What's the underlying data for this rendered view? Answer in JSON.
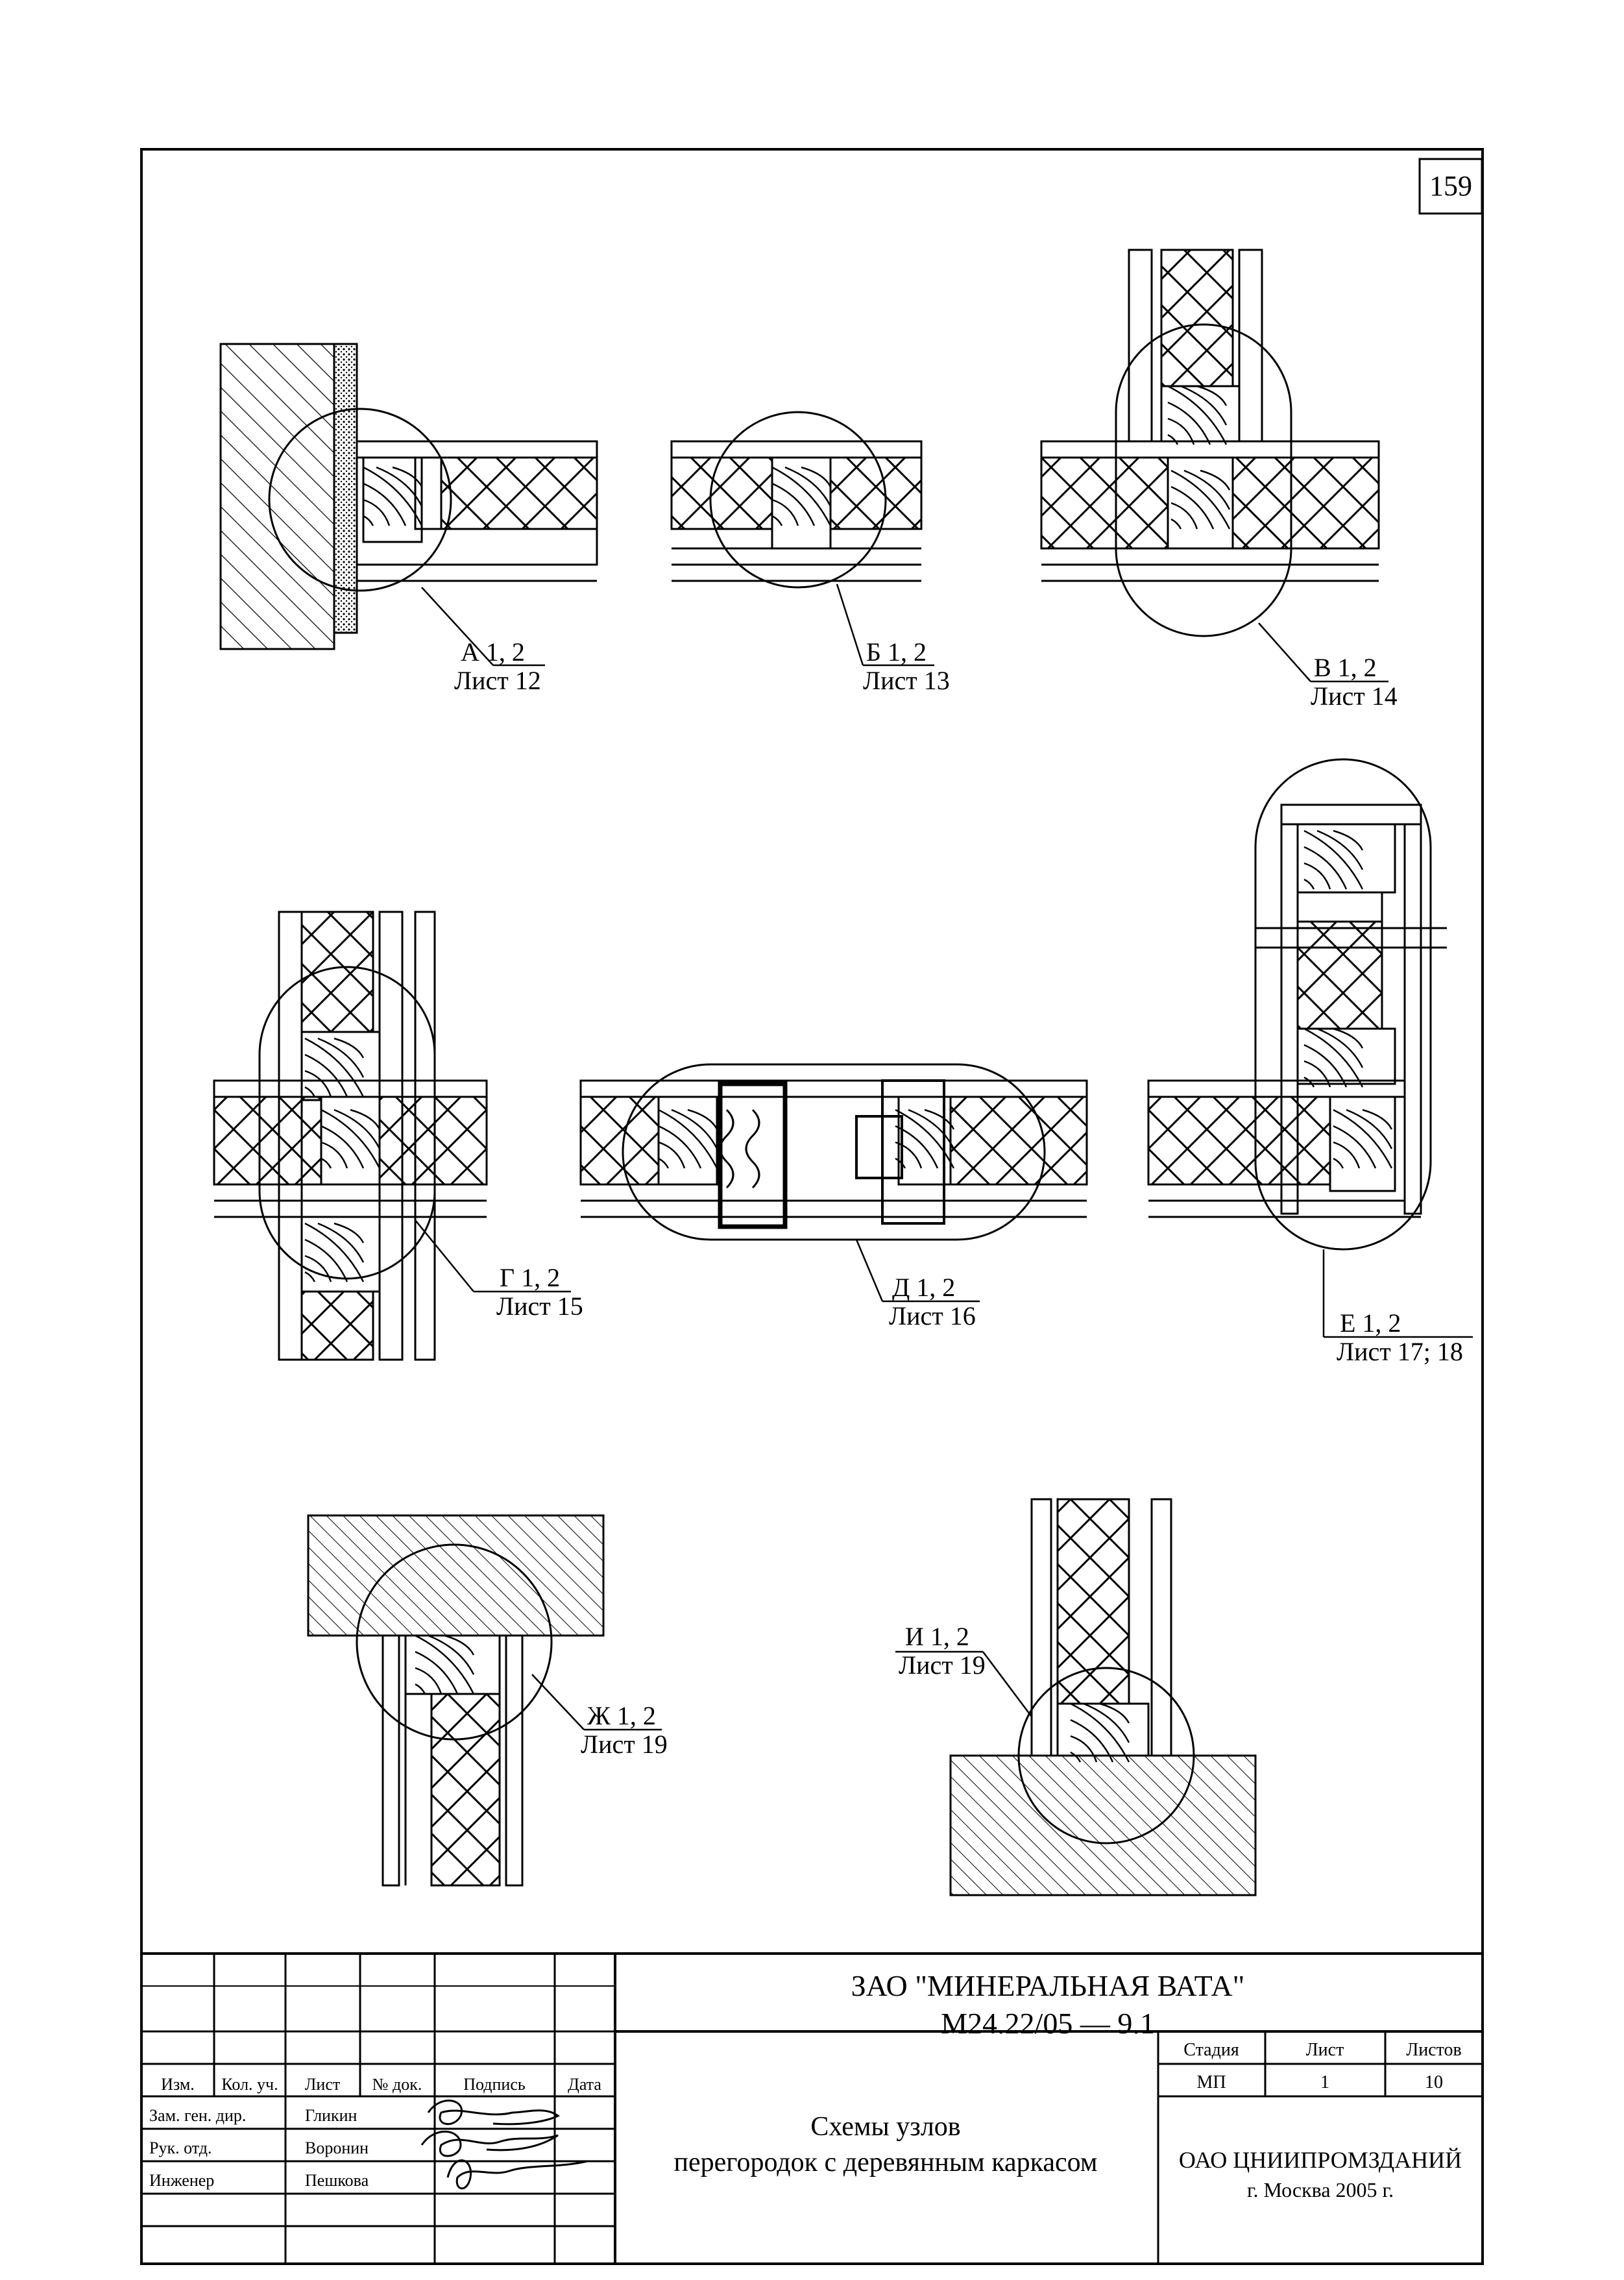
{
  "sheet_number": "159",
  "details": [
    {
      "code": "А 1, 2",
      "sheet": "Лист 12"
    },
    {
      "code": "Б 1, 2",
      "sheet": "Лист 13"
    },
    {
      "code": "В 1, 2",
      "sheet": "Лист 14"
    },
    {
      "code": "Г 1, 2",
      "sheet": "Лист 15"
    },
    {
      "code": "Д 1, 2",
      "sheet": "Лист 16"
    },
    {
      "code": "Е 1, 2",
      "sheet": "Лист 17; 18"
    },
    {
      "code": "Ж 1, 2",
      "sheet": "Лист 19"
    },
    {
      "code": "И 1, 2",
      "sheet": "Лист 19"
    }
  ],
  "title_block": {
    "company": "ЗАО \"МИНЕРАЛЬНАЯ ВАТА\"",
    "doc_code": "М24.22/05 — 9.1",
    "title_line1": "Схемы узлов",
    "title_line2": "перегородок с деревянным каркасом",
    "organization": "ОАО ЦНИИПРОМЗДАНИЙ",
    "city_year": "г. Москва 2005 г.",
    "columns": {
      "izm": "Изм.",
      "kol_uch": "Кол. уч.",
      "list": "Лист",
      "doc_no": "№ док.",
      "signature": "Подпись",
      "date": "Дата"
    },
    "roles": [
      {
        "role": "Зам. ген. дир.",
        "name": "Гликин"
      },
      {
        "role": "Рук. отд.",
        "name": "Воронин"
      },
      {
        "role": "Инженер",
        "name": "Пешкова"
      }
    ],
    "stage_header": "Стадия",
    "sheet_header": "Лист",
    "sheets_header": "Листов",
    "stage": "МП",
    "sheet": "1",
    "sheets": "10"
  }
}
